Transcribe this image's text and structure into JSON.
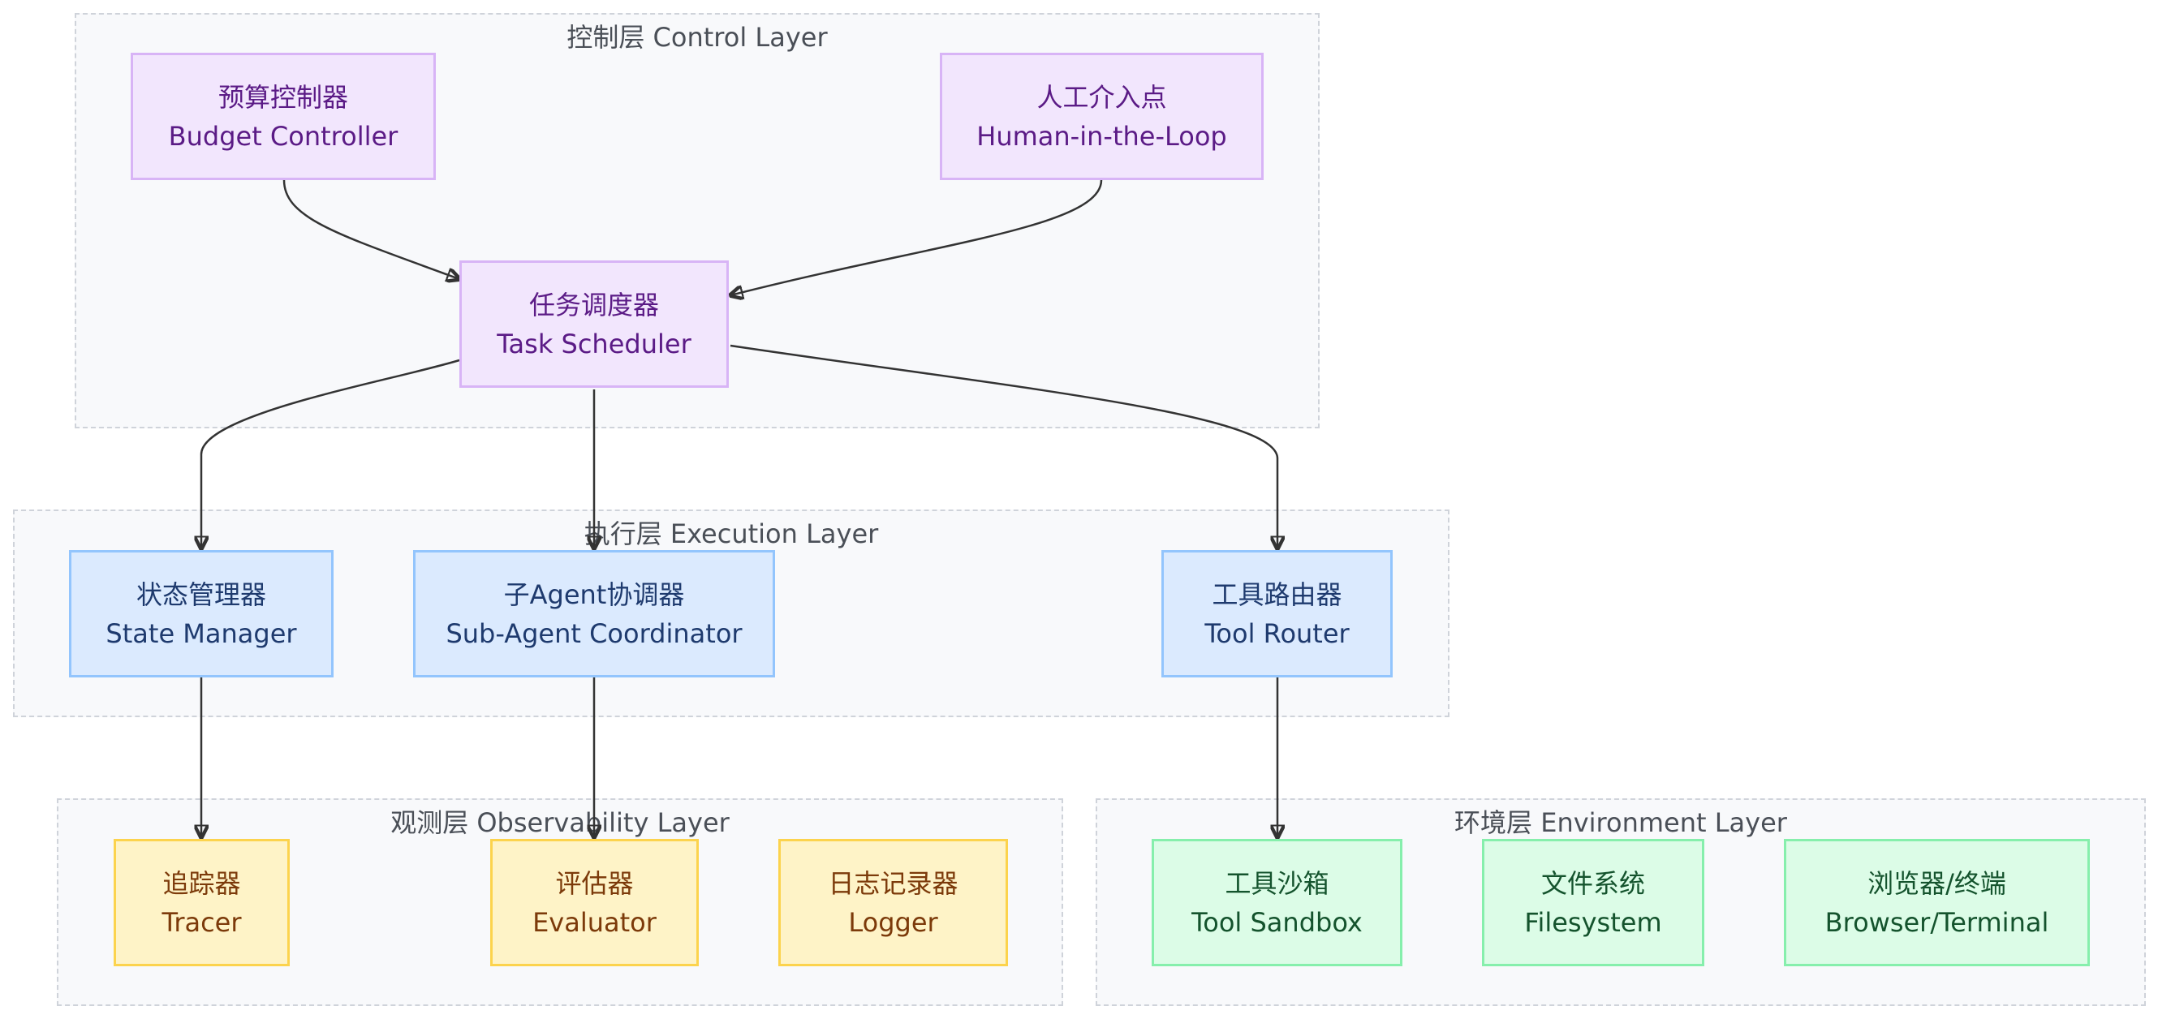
{
  "layers": {
    "control": "控制层 Control Layer",
    "execution": "执行层 Execution Layer",
    "observability": "观测层 Observability Layer",
    "environment": "环境层 Environment Layer"
  },
  "nodes": {
    "budget": {
      "zh": "预算控制器",
      "en": "Budget Controller"
    },
    "human": {
      "zh": "人工介入点",
      "en": "Human-in-the-Loop"
    },
    "scheduler": {
      "zh": "任务调度器",
      "en": "Task Scheduler"
    },
    "state": {
      "zh": "状态管理器",
      "en": "State Manager"
    },
    "subagent": {
      "zh": "子Agent协调器",
      "en": "Sub-Agent Coordinator"
    },
    "router": {
      "zh": "工具路由器",
      "en": "Tool Router"
    },
    "tracer": {
      "zh": "追踪器",
      "en": "Tracer"
    },
    "evaluator": {
      "zh": "评估器",
      "en": "Evaluator"
    },
    "logger": {
      "zh": "日志记录器",
      "en": "Logger"
    },
    "sandbox": {
      "zh": "工具沙箱",
      "en": "Tool Sandbox"
    },
    "filesystem": {
      "zh": "文件系统",
      "en": "Filesystem"
    },
    "browser": {
      "zh": "浏览器/终端",
      "en": "Browser/Terminal"
    }
  },
  "colors": {
    "control_fill": "#f2e6fd",
    "control_border": "#d8b4f6",
    "execution_fill": "#dbeafe",
    "execution_border": "#93c5fd",
    "observability_fill": "#fef3c7",
    "observability_border": "#fcd34d",
    "environment_fill": "#dcfce7",
    "environment_border": "#86efac",
    "edge": "#333333"
  },
  "edges": [
    {
      "from": "budget",
      "to": "scheduler"
    },
    {
      "from": "human",
      "to": "scheduler"
    },
    {
      "from": "scheduler",
      "to": "state"
    },
    {
      "from": "scheduler",
      "to": "subagent"
    },
    {
      "from": "scheduler",
      "to": "router"
    },
    {
      "from": "state",
      "to": "tracer"
    },
    {
      "from": "subagent",
      "to": "evaluator"
    },
    {
      "from": "router",
      "to": "sandbox"
    }
  ]
}
